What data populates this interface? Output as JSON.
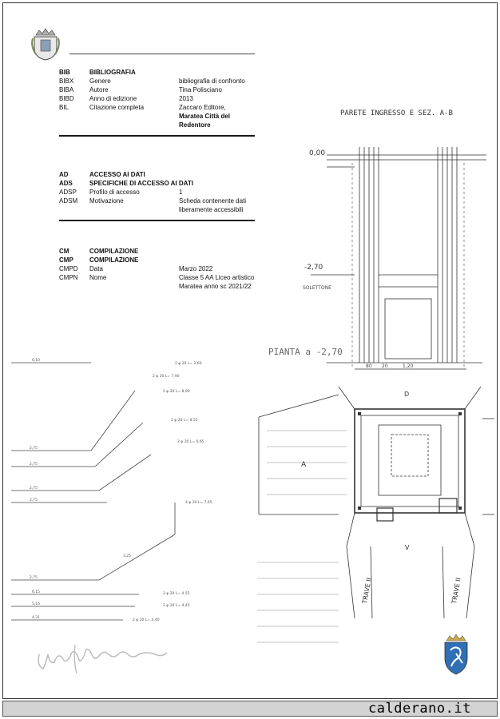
{
  "header": {
    "crest_icon": "municipal-crest-icon"
  },
  "bibliography": {
    "head": {
      "code": "BIB",
      "label": "BIBLIOGRAFIA"
    },
    "rows": [
      {
        "code": "BIBX",
        "label": "Genere",
        "value": "bibliografia di confronto"
      },
      {
        "code": "BIBA",
        "label": "Autore",
        "value": "Tina Polisciano"
      },
      {
        "code": "BIBD",
        "label": "Anno di edizione",
        "value": "2013"
      },
      {
        "code": "BIL",
        "label": "Citazione completa",
        "value": "Zaccaro Editore,",
        "value_bold": "Maratea Città del Redentore"
      }
    ]
  },
  "access": {
    "head": {
      "code": "AD",
      "label": "ACCESSO AI DATI"
    },
    "sub": {
      "code": "ADS",
      "label": "SPECIFICHE DI ACCESSO AI DATI"
    },
    "rows": [
      {
        "code": "ADSP",
        "label": "Profilo di accesso",
        "value": "1"
      },
      {
        "code": "ADSM",
        "label": "Motivazione",
        "value": "Scheda contenente dati liberamente accessibili"
      }
    ]
  },
  "compilation": {
    "head": {
      "code": "CM",
      "label": "COMPILAZIONE"
    },
    "sub": {
      "code": "CMP",
      "label": "COMPILAZIONE"
    },
    "rows": [
      {
        "code": "CMPD",
        "label": "Data",
        "value": "Marzo 2022"
      },
      {
        "code": "CMPN",
        "label": "Nome",
        "value": "Classe 5 AA Liceo artistico Maratea anno sc 2021/22"
      }
    ]
  },
  "drawing": {
    "title_top": "PARETE INGRESSO E SEZ. A-B",
    "level_top": "0,00",
    "level_mid": "-2,70",
    "label_slab": "SOLETTONE",
    "plan_title": "PIANTA a -2,70",
    "beam_left": "TRAVE II",
    "beam_right": "TRAVE II",
    "dim_1": "1,20",
    "dim_2": "20",
    "dim_3": "80",
    "label_a": "A",
    "label_d": "D",
    "label_v": "V",
    "bar_labels": [
      "2 φ 20 L= 2,60",
      "2 φ 20 L= 7,90",
      "2 φ 20 L= 8,90",
      "2 φ 20 L= 8,55",
      "2 φ 20 L= 6,65",
      "4 φ 20 L= 7,65",
      "2 φ 20 L= 4,55",
      "2 φ 20 L= 4,45",
      "2 φ 20 L= 4,40"
    ],
    "bar_dims": [
      "6,10",
      "2,75",
      "2,75",
      "2,75",
      "2,75",
      "2,75",
      "6,15",
      "5,16",
      "4,31",
      "3,25"
    ]
  },
  "signature": {
    "icon": "handwritten-signature-icon"
  },
  "bottom_crest": {
    "icon": "regional-crest-icon"
  },
  "footer": {
    "brand": "calderano.it"
  }
}
